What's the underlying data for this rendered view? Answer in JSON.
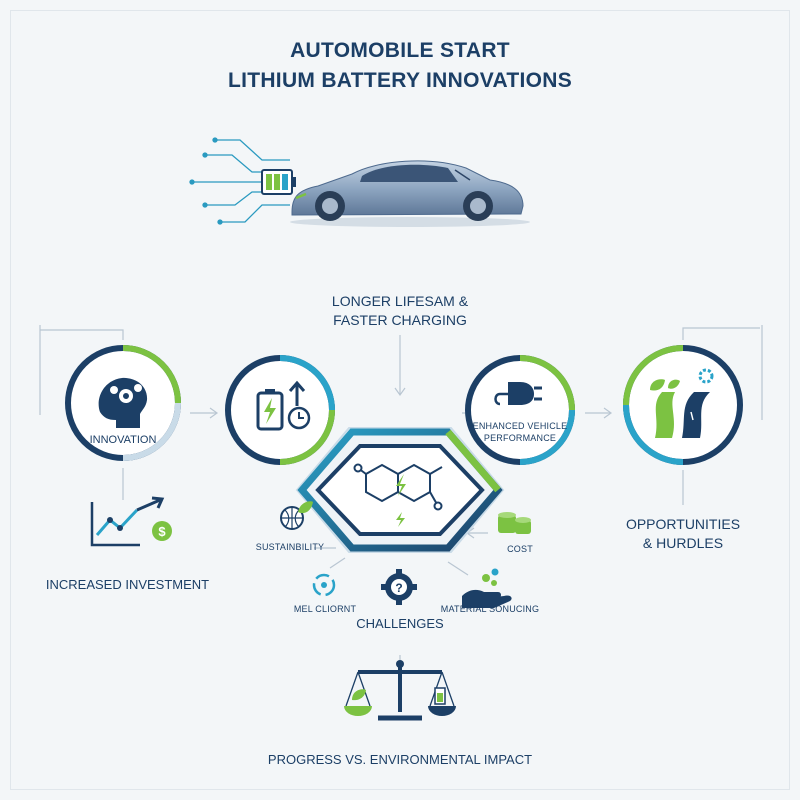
{
  "title": {
    "line1": "AUTOMOBILE START",
    "line2": "LITHIUM BATTERY INNOVATIONS"
  },
  "nodes": {
    "top_label_line1": "LONGER LIFESAM &",
    "top_label_line2": "FASTER CHARGING",
    "innovation": "INNOVATION",
    "enhanced_line1": "ENHANCED VEHICLE",
    "enhanced_line2": "PERFORMANCE",
    "opportunities_line1": "OPPORTUNITIES",
    "opportunities_line2": "& HURDLES",
    "increased_investment": "INCREASED INVESTMENT",
    "sustainability": "SUSTAINBILITY",
    "cost": "COST",
    "mel_cliornt": "MEL CLIORNT",
    "challenges": "CHALLENGES",
    "material_sourcing": "MATERIAL SONUCING",
    "progress": "PROGRESS VS. ENVIRONMENTAL IMPACT"
  },
  "colors": {
    "navy": "#1c3f66",
    "green": "#7cc242",
    "teal": "#2aa3c9",
    "light_ring": "#c9dbe8",
    "car_body": "#8fa7c2"
  },
  "icons": [
    "battery-icon",
    "car-icon",
    "brain-gears-icon",
    "battery-charge-clock-icon",
    "plug-icon",
    "road-leaves-icon",
    "molecule-icon",
    "globe-leaf-icon",
    "coins-icon",
    "gear-question-icon",
    "recycle-icon",
    "hand-coins-icon",
    "trend-chart-icon",
    "scale-icon"
  ]
}
